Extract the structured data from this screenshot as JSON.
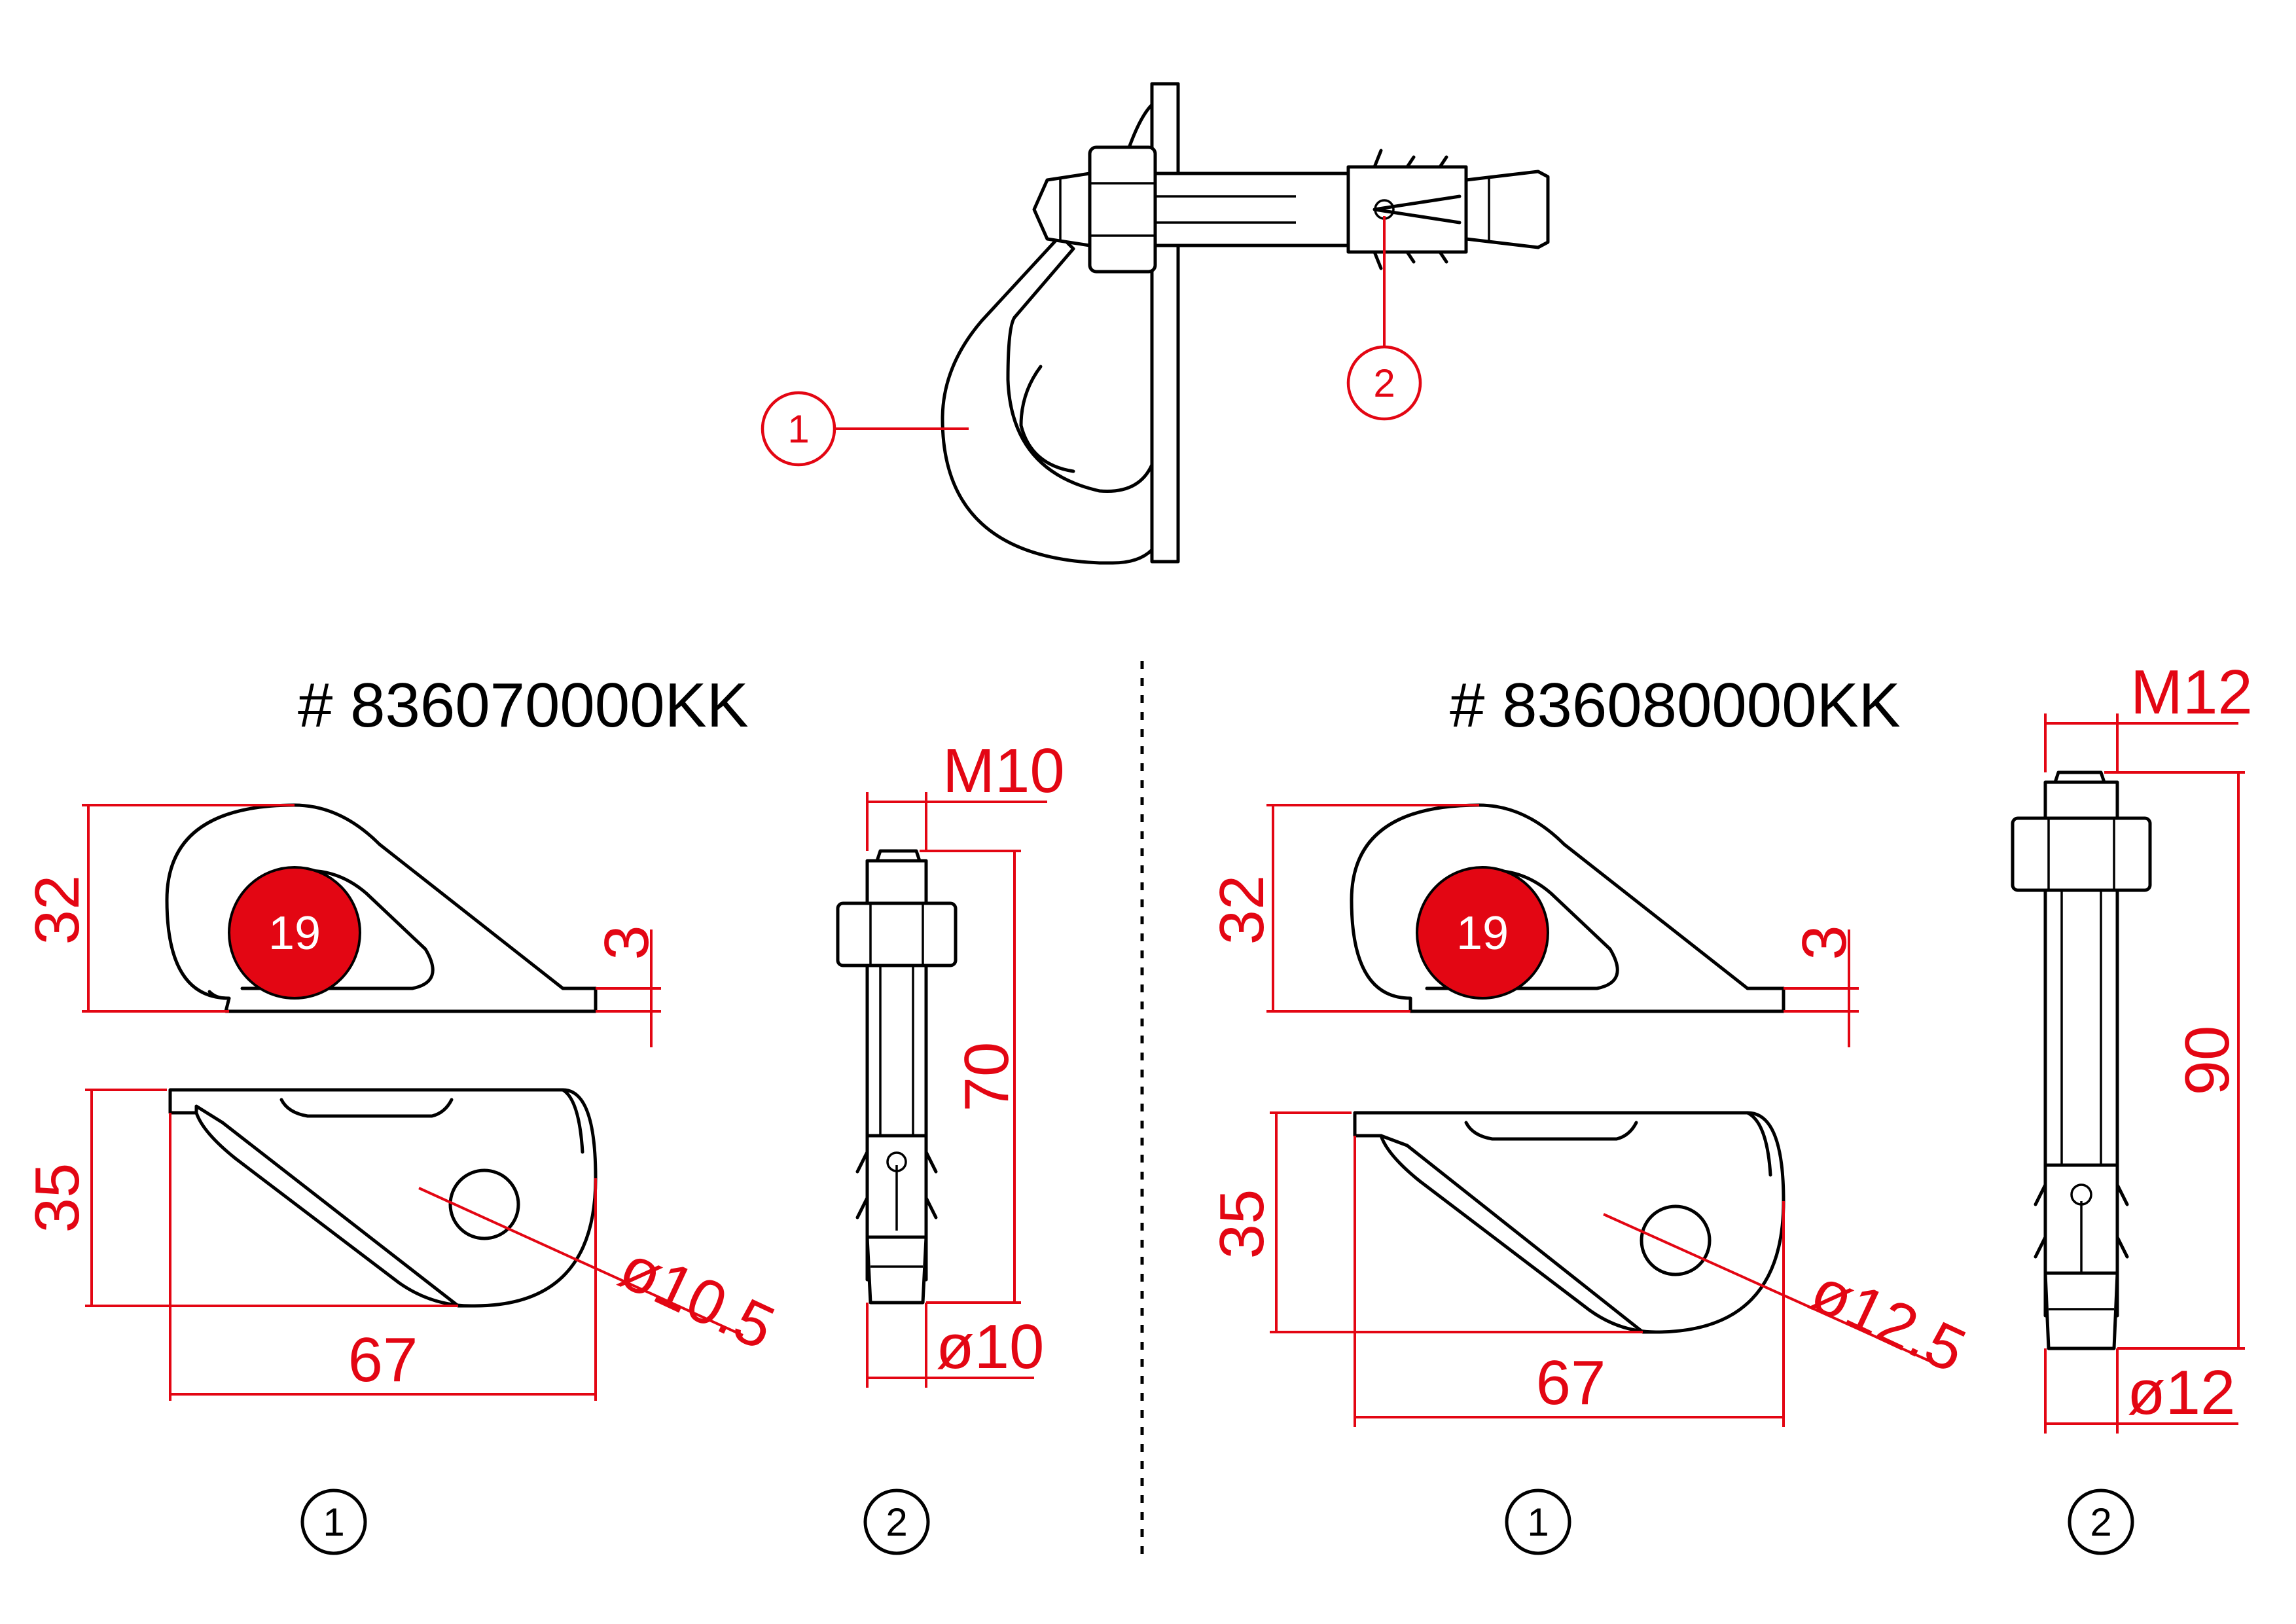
{
  "assembly": {
    "callout_1": "1",
    "callout_2": "2"
  },
  "left": {
    "article": "# 836070000KK",
    "top_height": "32",
    "thickness": "3",
    "hole_label": "19",
    "side_height": "35",
    "width": "67",
    "hole_diameter": "ø10.5",
    "bolt_thread": "M10",
    "bolt_length": "70",
    "bolt_diameter": "ø10",
    "part_1": "1",
    "part_2": "2"
  },
  "right": {
    "article": "# 836080000KK",
    "top_height": "32",
    "thickness": "3",
    "hole_label": "19",
    "side_height": "35",
    "width": "67",
    "hole_diameter": "ø12.5",
    "bolt_thread": "M12",
    "bolt_length": "90",
    "bolt_diameter": "ø12",
    "part_1": "1",
    "part_2": "2"
  }
}
